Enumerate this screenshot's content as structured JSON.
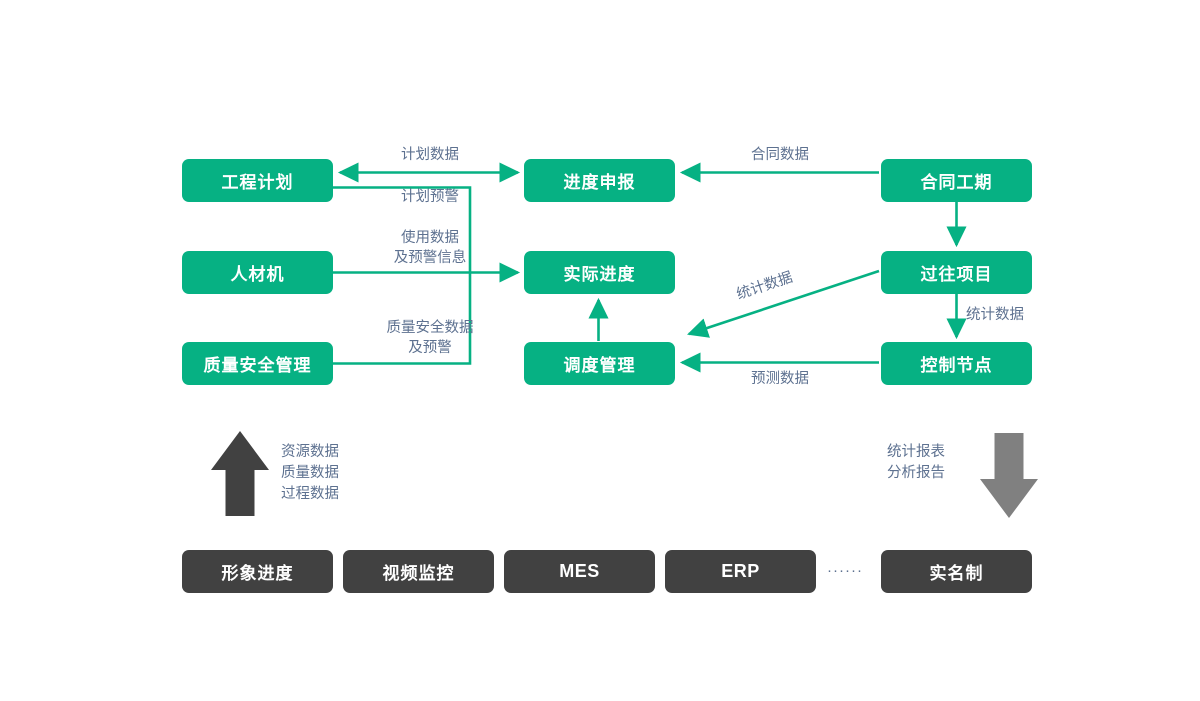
{
  "theme": {
    "green": "#06b183",
    "dark": "#414141",
    "label_color": "#5d7190",
    "arrow_up_color": "#414141",
    "arrow_down_color": "#808080",
    "background": "#ffffff"
  },
  "nodes": {
    "left_column": [
      {
        "id": "engineering-plan",
        "label": "工程计划"
      },
      {
        "id": "labor-material-machine",
        "label": "人材机"
      },
      {
        "id": "quality-safety-management",
        "label": "质量安全管理"
      }
    ],
    "middle_column": [
      {
        "id": "progress-declaration",
        "label": "进度申报"
      },
      {
        "id": "actual-progress",
        "label": "实际进度"
      },
      {
        "id": "dispatch-management",
        "label": "调度管理"
      }
    ],
    "right_column": [
      {
        "id": "contract-duration",
        "label": "合同工期"
      },
      {
        "id": "past-projects",
        "label": "过往项目"
      },
      {
        "id": "control-nodes",
        "label": "控制节点"
      }
    ],
    "bottom_row": [
      {
        "id": "image-progress",
        "label": "形象进度",
        "latin": false
      },
      {
        "id": "video-surveillance",
        "label": "视频监控",
        "latin": false
      },
      {
        "id": "mes",
        "label": "MES",
        "latin": true
      },
      {
        "id": "erp",
        "label": "ERP",
        "latin": true
      },
      {
        "id": "real-name-system",
        "label": "实名制",
        "latin": false
      }
    ],
    "bottom_ellipsis": "······"
  },
  "edge_labels": {
    "plan_data": "计划数据",
    "plan_warning": "计划预警",
    "usage_data": "使用数据\n及预警信息",
    "quality_safety_data": "质量安全数据\n及预警",
    "contract_data": "合同数据",
    "statistics_data_diagonal": "统计数据",
    "statistics_data_vertical": "统计数据",
    "forecast_data": "预测数据"
  },
  "flow_labels": {
    "upward": "资源数据\n质量数据\n过程数据",
    "downward": "统计报表\n分析报告"
  }
}
